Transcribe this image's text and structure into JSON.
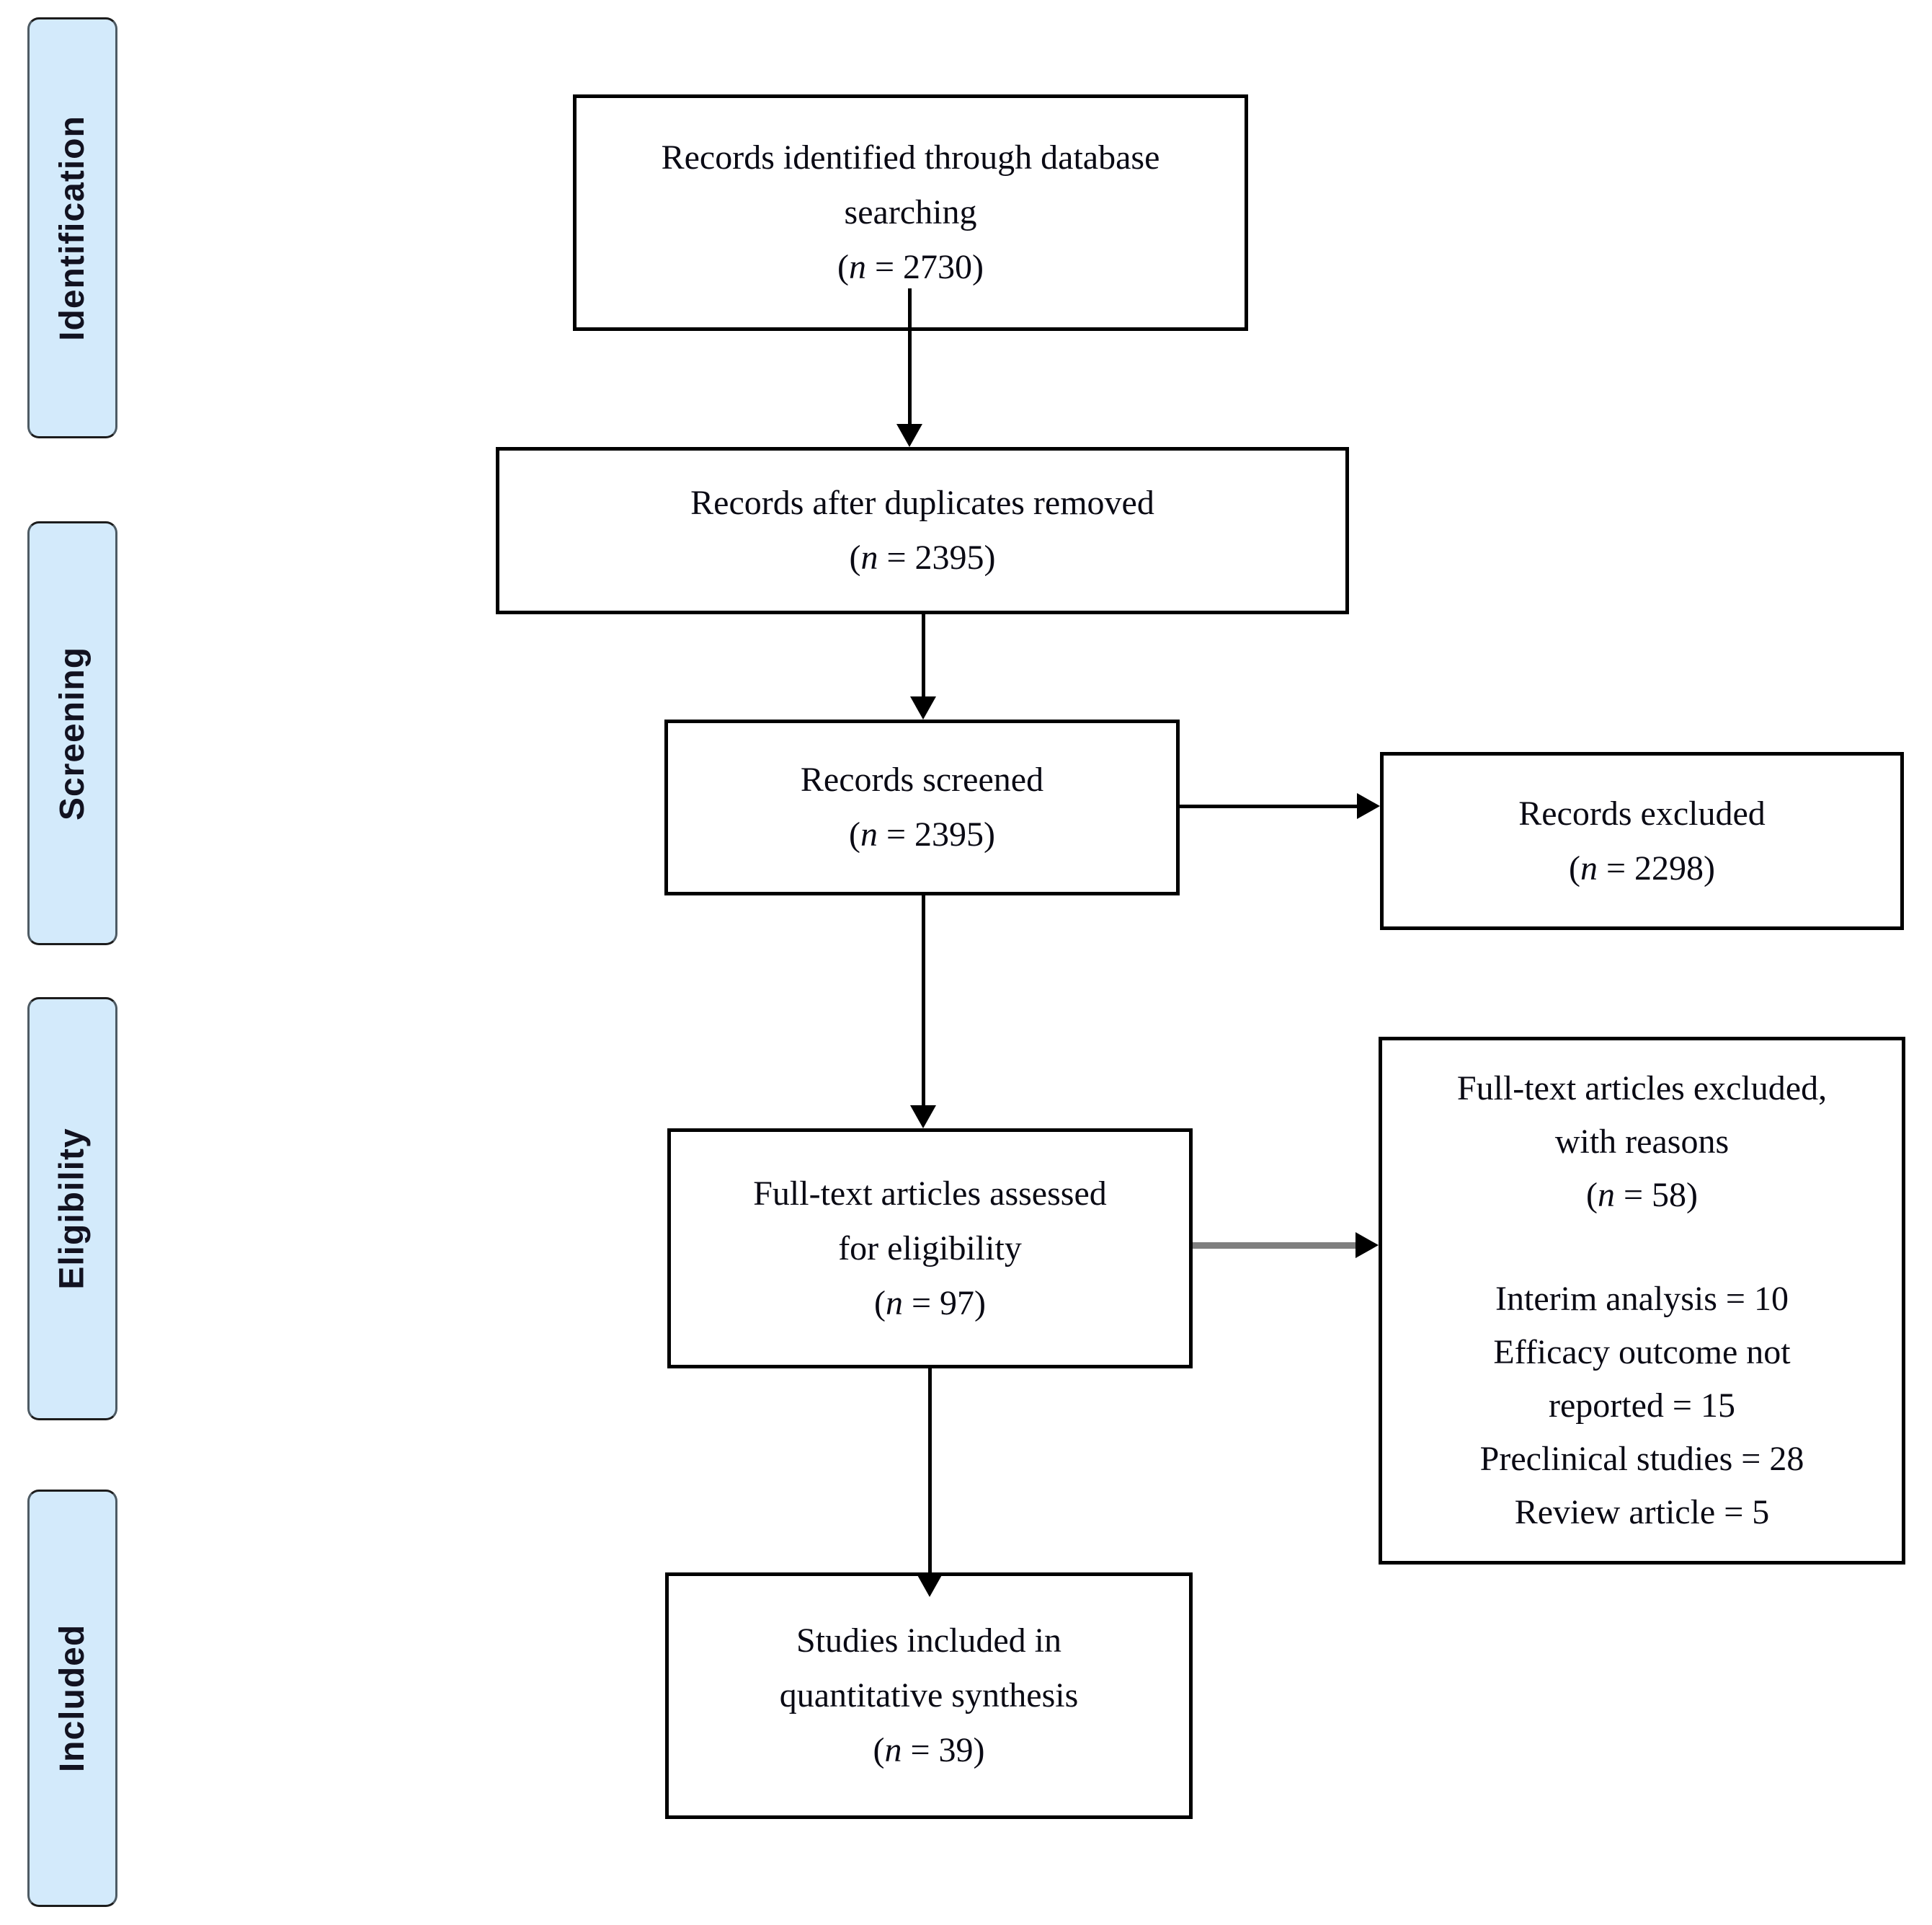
{
  "colors": {
    "sidebar_fill": "#d3eafb",
    "line_black": "#000000",
    "line_gray": "#7f7f7f",
    "text_dark": "#0a0a14",
    "pill_border": "#4d5a63"
  },
  "sidebar": {
    "items": [
      {
        "label": "Identification"
      },
      {
        "label": "Screening"
      },
      {
        "label": "Eligibility"
      },
      {
        "label": "Included"
      }
    ]
  },
  "flow": {
    "identified": {
      "l1": "Records identified through database",
      "l2": "searching",
      "n_open": "(",
      "n_var": "n",
      "n_rest": " = 2730)"
    },
    "dedup": {
      "l1": "Records after duplicates removed",
      "n_open": "(",
      "n_var": "n",
      "n_rest": " = 2395)"
    },
    "screened": {
      "l1": "Records screened",
      "n_open": "(",
      "n_var": "n",
      "n_rest": " = 2395)"
    },
    "fulltext": {
      "l1": "Full-text articles assessed",
      "l2": "for eligibility",
      "n_open": "(",
      "n_var": "n",
      "n_rest": " = 97)"
    },
    "included": {
      "l1": "Studies included in",
      "l2": "quantitative synthesis",
      "n_open": "(",
      "n_var": "n",
      "n_rest": " = 39)"
    },
    "excluded_records": {
      "l1": "Records excluded",
      "n_open": "(",
      "n_var": "n",
      "n_rest": " = 2298)"
    },
    "excluded_fulltext": {
      "l1": "Full-text articles excluded,",
      "l2": "with reasons",
      "n_open": "(",
      "n_var": "n",
      "n_rest": " = 58)",
      "r1": "Interim analysis = 10",
      "r2a": "Efficacy outcome not",
      "r2b": "reported = 15",
      "r3": "Preclinical studies = 28",
      "r4": "Review article = 5"
    }
  }
}
